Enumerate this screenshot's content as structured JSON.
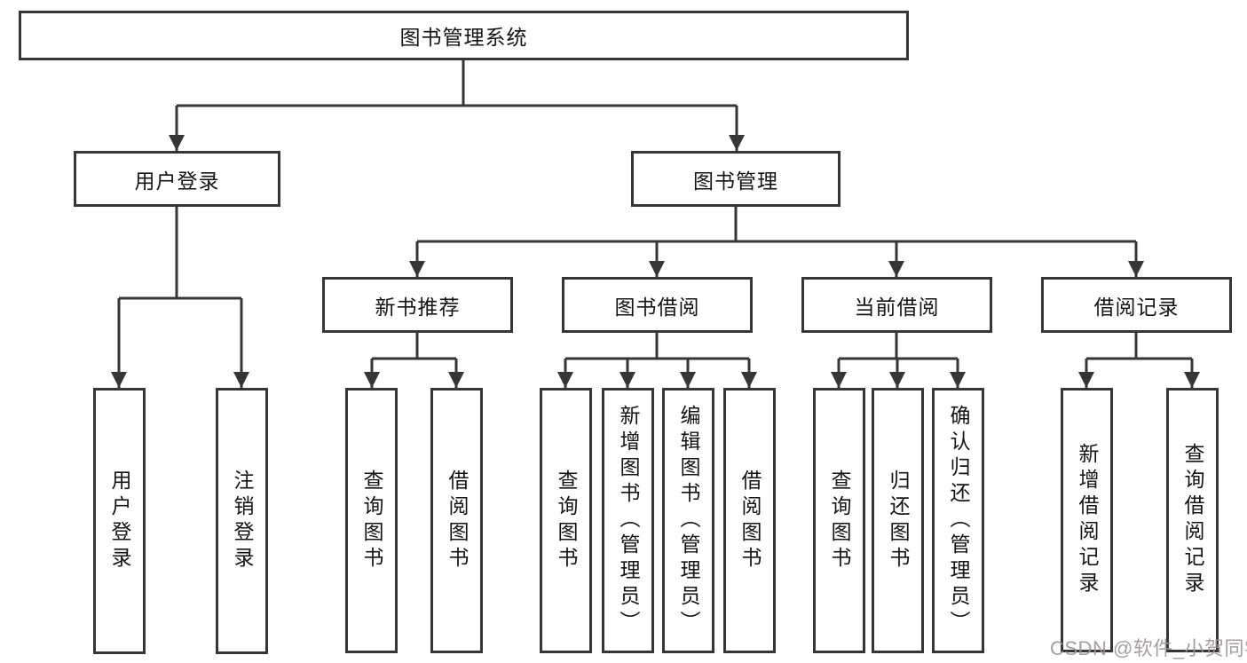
{
  "diagram": {
    "root": {
      "label": "图书管理系统"
    },
    "level2": [
      {
        "label": "用户登录"
      },
      {
        "label": "图书管理"
      }
    ],
    "level3": [
      {
        "label": "新书推荐"
      },
      {
        "label": "图书借阅"
      },
      {
        "label": "当前借阅"
      },
      {
        "label": "借阅记录"
      }
    ],
    "leaves": {
      "login": [
        "用户登录",
        "注销登录"
      ],
      "new_book": [
        "查询图书",
        "借阅图书"
      ],
      "book_borrow": [
        "查询图书",
        "新增图书（管理员）",
        "编辑图书（管理员）",
        "借阅图书"
      ],
      "current_borrow": [
        "查询图书",
        "归还图书",
        "确认归还（管理员）"
      ],
      "borrow_records": [
        "新增借阅记录",
        "查询借阅记录"
      ]
    }
  },
  "watermark": {
    "text": "CSDN @软件_小贺同学",
    "color": "#9b9494"
  },
  "colors": {
    "line": "#363636",
    "box_border": "#363636",
    "box_fill": "#ffffff",
    "text": "#141414",
    "background": "#ffffff"
  }
}
